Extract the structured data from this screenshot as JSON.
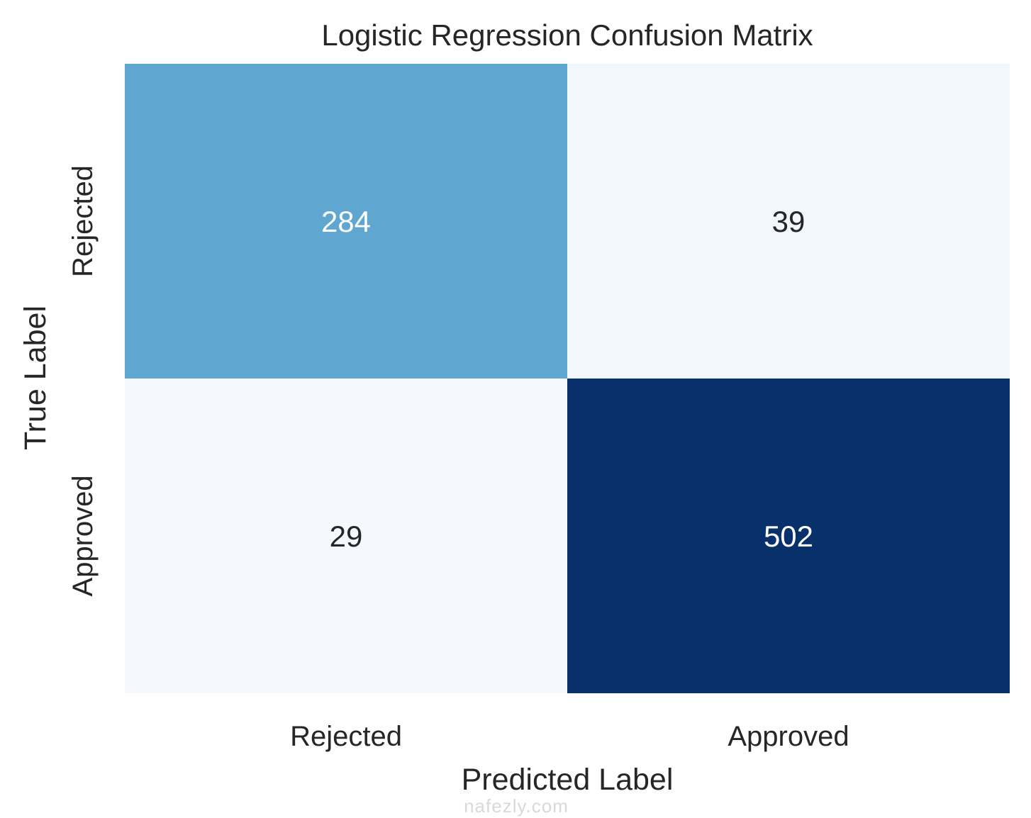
{
  "chart_data": {
    "type": "heatmap",
    "title": "Logistic Regression Confusion Matrix",
    "xlabel": "Predicted Label",
    "ylabel": "True Label",
    "x_categories": [
      "Rejected",
      "Approved"
    ],
    "y_categories": [
      "Rejected",
      "Approved"
    ],
    "values": [
      [
        284,
        39
      ],
      [
        29,
        502
      ]
    ],
    "colormap": "Blues",
    "colorbar": false,
    "grid": false
  },
  "watermark": "nafezly.com",
  "colors": {
    "text_dark": "#262626",
    "text_light": "#ffffff",
    "cell_284": "#5fa6d1",
    "cell_39": "#f2f7fd",
    "cell_29": "#f5f9fe",
    "cell_502": "#08306b"
  }
}
